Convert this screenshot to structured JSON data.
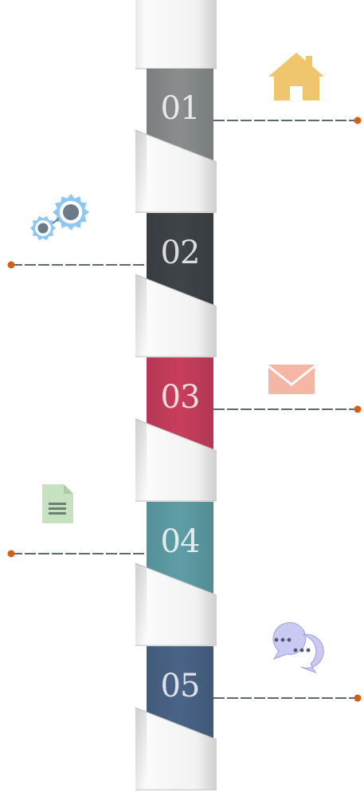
{
  "steps": [
    {
      "label": "01",
      "color": "#8a8d8e",
      "icon": "home-icon",
      "icon_color": "#efc66e",
      "side": "right",
      "line_color": "#5d6b70",
      "dot_color": "#d35f1a"
    },
    {
      "label": "02",
      "color": "#3f4448",
      "icon": "gears-icon",
      "icon_color": "#8ec8f2",
      "side": "left",
      "line_color": "#5d6b70",
      "dot_color": "#d35f1a"
    },
    {
      "label": "03",
      "color": "#c93e5d",
      "icon": "envelope-icon",
      "icon_color": "#f6b6a6",
      "side": "right",
      "line_color": "#5d6b70",
      "dot_color": "#d35f1a"
    },
    {
      "label": "04",
      "color": "#5f9ea7",
      "icon": "document-icon",
      "icon_color": "#c7e2c0",
      "side": "left",
      "line_color": "#5d6b70",
      "dot_color": "#d35f1a"
    },
    {
      "label": "05",
      "color": "#4a6487",
      "icon": "chat-bubbles-icon",
      "icon_color": "#c9c9f3",
      "side": "right",
      "line_color": "#5d6b70",
      "dot_color": "#d35f1a"
    }
  ],
  "colors": {
    "ribbon_light": "#f7f7f7",
    "ribbon_shade": "#d5d5d5",
    "background": "#ffffff"
  }
}
